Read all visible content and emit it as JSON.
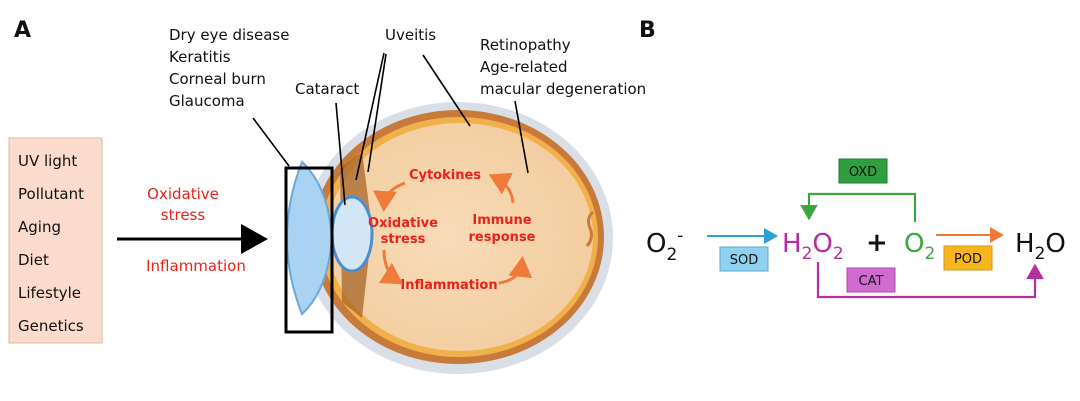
{
  "panels": {
    "a": "A",
    "b": "B"
  },
  "causes": [
    "UV light",
    "Pollutant",
    "Aging",
    "Diet",
    "Lifestyle",
    "Genetics"
  ],
  "arrow_labels": {
    "stress_line1": "Oxidative",
    "stress_line2": "stress",
    "inflammation": "Inflammation"
  },
  "diseases": {
    "anterior": [
      "Dry eye disease",
      "Keratitis",
      "Corneal burn",
      "Glaucoma"
    ],
    "cataract": "Cataract",
    "uveitis": "Uveitis",
    "retina": [
      "Retinopathy",
      "Age-related",
      "macular degeneration"
    ]
  },
  "cycle": {
    "cytokines": "Cytokines",
    "ox_line1": "Oxidative",
    "ox_line2": "stress",
    "immune_line1": "Immune",
    "immune_line2": "response",
    "inflammation": "Inflammation"
  },
  "reaction": {
    "superoxide": {
      "base": "O",
      "sub": "2",
      "sup": "-"
    },
    "h2o2": {
      "a": "H",
      "a_sub": "2",
      "b": "O",
      "b_sub": "2"
    },
    "plus": "+",
    "o2": {
      "base": "O",
      "sub": "2"
    },
    "water": {
      "a": "H",
      "a_sub": "2",
      "b": "O"
    },
    "enzymes": {
      "sod": "SOD",
      "oxd": "OXD",
      "cat": "CAT",
      "pod": "POD"
    }
  },
  "colors": {
    "red": "#e8231a",
    "orange": "#f07a3a",
    "sod": "#8fd1ef",
    "oxd": "#2f9e3e",
    "cat": "#d06bd0",
    "pod": "#f7b51e",
    "h2o2": "#b5309e",
    "o2": "#3fa53f",
    "cause_box": "#fbdccc"
  }
}
